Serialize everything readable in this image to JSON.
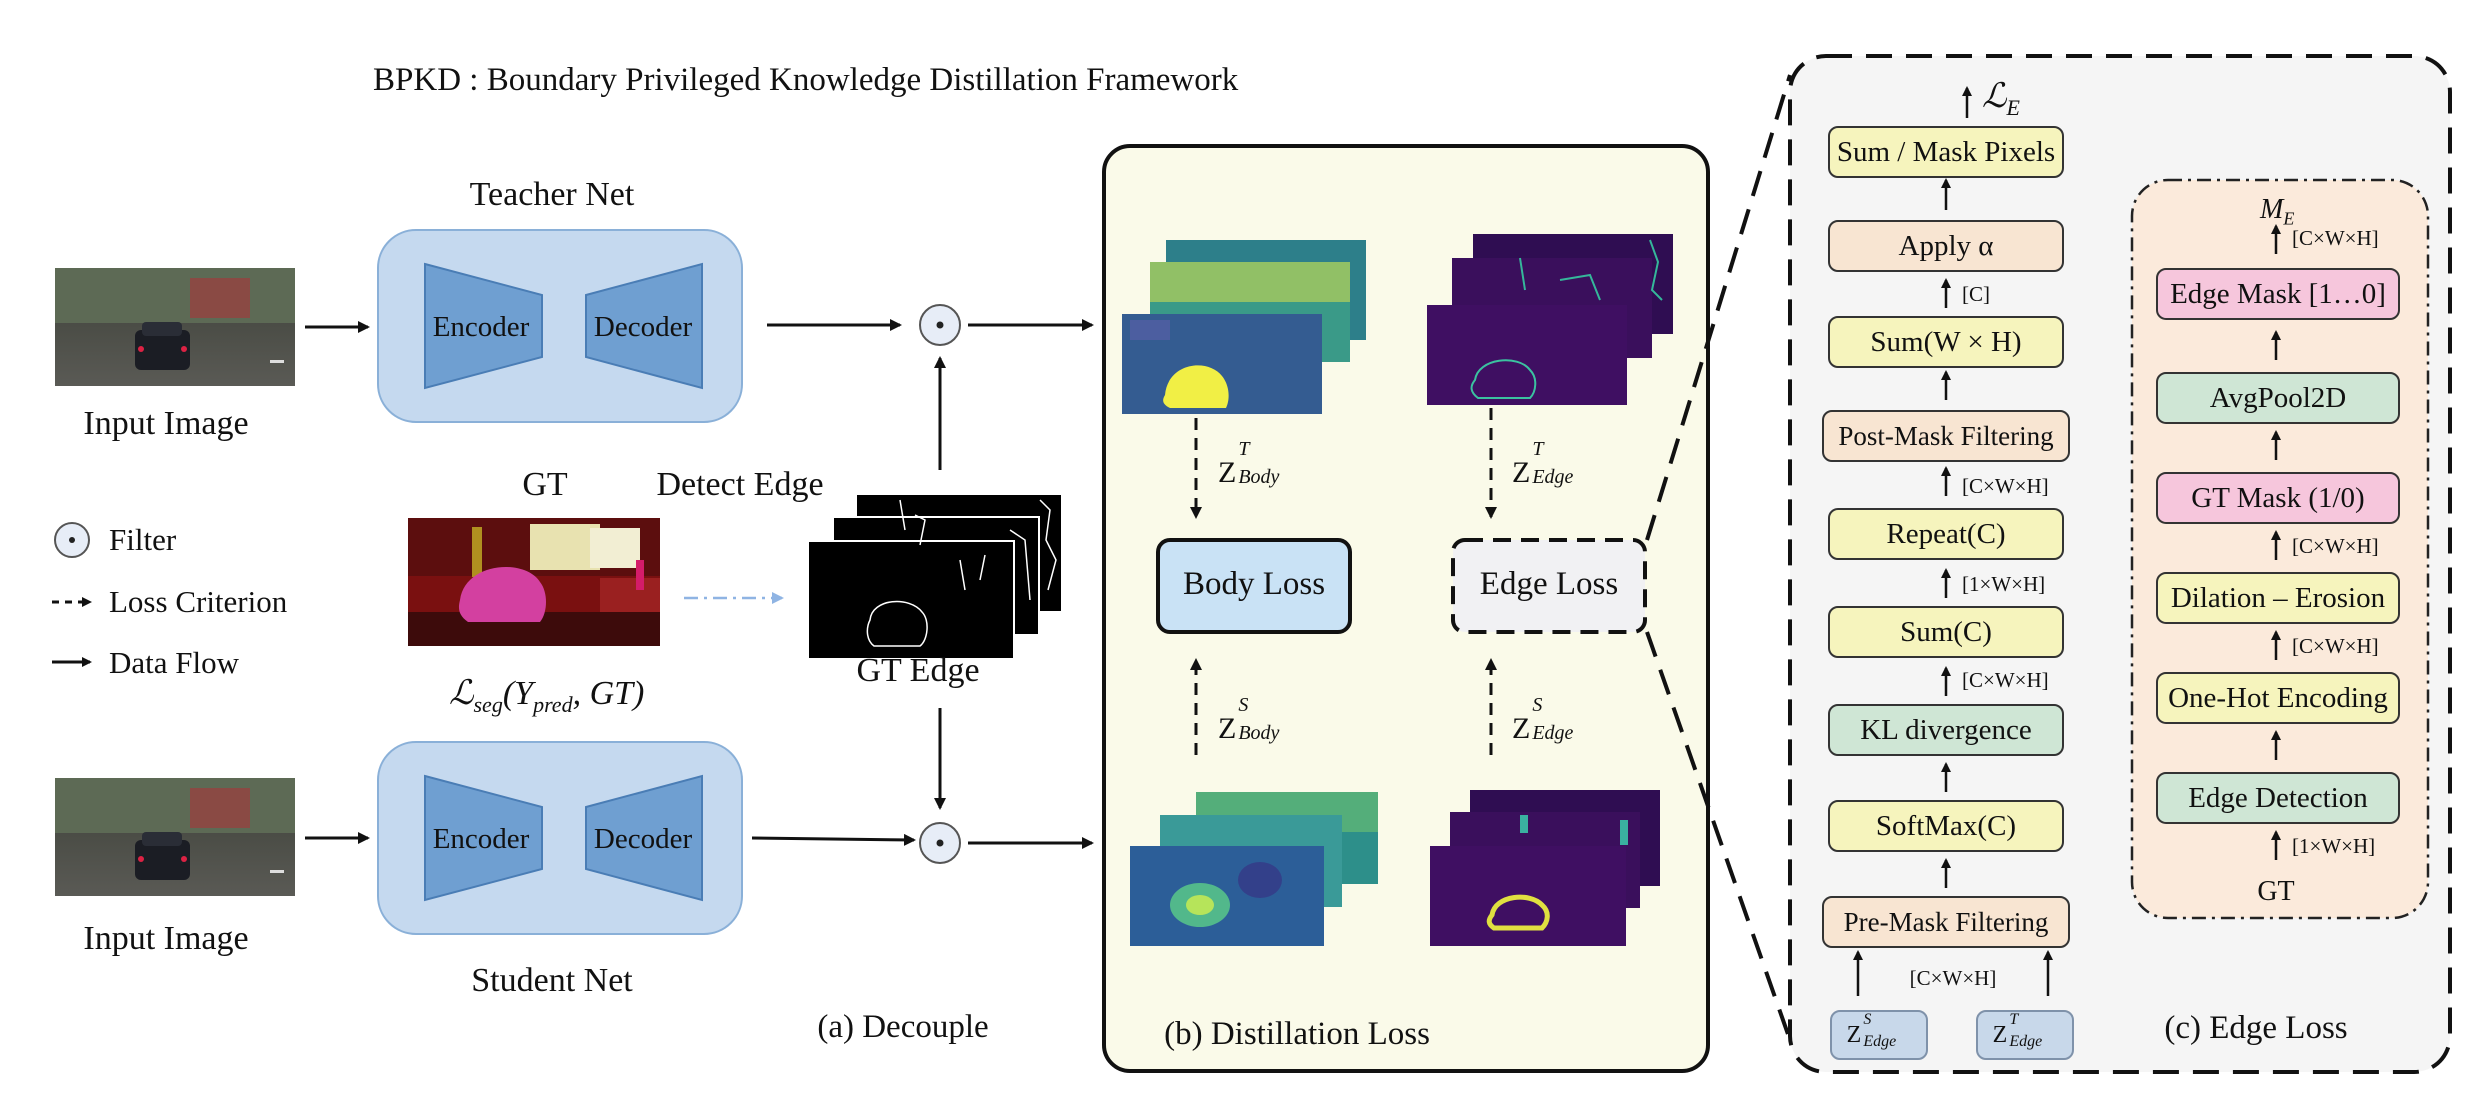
{
  "title": "BPKD : Boundary Privileged Knowledge Distillation Framework",
  "decouple": {
    "teacher_label": "Teacher Net",
    "student_label": "Student Net",
    "encoder": "Encoder",
    "decoder": "Decoder",
    "input_image": "Input Image",
    "gt": "GT",
    "detect_edge": "Detect Edge",
    "gt_edge": "GT Edge",
    "seg_loss": "ℒ",
    "seg_loss_sub": "seg",
    "seg_loss_args": "(Y",
    "seg_loss_pred": "pred",
    "seg_loss_tail": ", GT)",
    "caption": "(a) Decouple"
  },
  "legend": {
    "filter": "Filter",
    "loss_criterion": "Loss Criterion",
    "data_flow": "Data Flow"
  },
  "distill": {
    "caption": "(b) Distillation Loss",
    "body_loss": "Body Loss",
    "edge_loss": "Edge Loss",
    "z": "Z",
    "body_sub": "Body",
    "edge_sub": "Edge",
    "sup_t": "T",
    "sup_s": "S"
  },
  "edge_panel": {
    "caption": "(c) Edge Loss",
    "le_main": "ℒ",
    "le_sub": "E",
    "left_blocks": [
      "Sum / Mask Pixels",
      "Apply α",
      "Sum(W × H)",
      "Post-Mask Filtering",
      "Repeat(C)",
      "Sum(C)",
      "KL divergence",
      "SoftMax(C)",
      "Pre-Mask Filtering"
    ],
    "left_dims": [
      "[C]",
      "[C×W×H]",
      "[1×W×H]",
      "[C×W×H]",
      "[C×W×H]"
    ],
    "right_blocks": [
      "Edge Mask [1…0]",
      "AvgPool2D",
      "GT Mask (1/0)",
      "Dilation – Erosion",
      "One-Hot Encoding",
      "Edge Detection"
    ],
    "right_dims": [
      "[C×W×H]",
      "[C×W×H]",
      "[C×W×H]",
      "[1×W×H]"
    ],
    "me_main": "M",
    "me_sub": "E",
    "gt": "GT",
    "bottom_dim": "[C×W×H]"
  },
  "colors": {
    "net_box": "#c5d9ef",
    "trapezoid": "#6f9fd1",
    "distill_bg": "#fafae9",
    "edge_panel_bg": "#f5f5f5",
    "mask_panel_bg": "#fbeadb",
    "body_loss_fill": "#c9e2f5",
    "yellow_block": "#f6f4bd",
    "peach_block": "#f8e5d2",
    "green_block": "#cfe6d5",
    "pink_block": "#f6c6dc",
    "input_block": "#c8d8ea",
    "dashdot_arrow": "#8fb4e3"
  }
}
